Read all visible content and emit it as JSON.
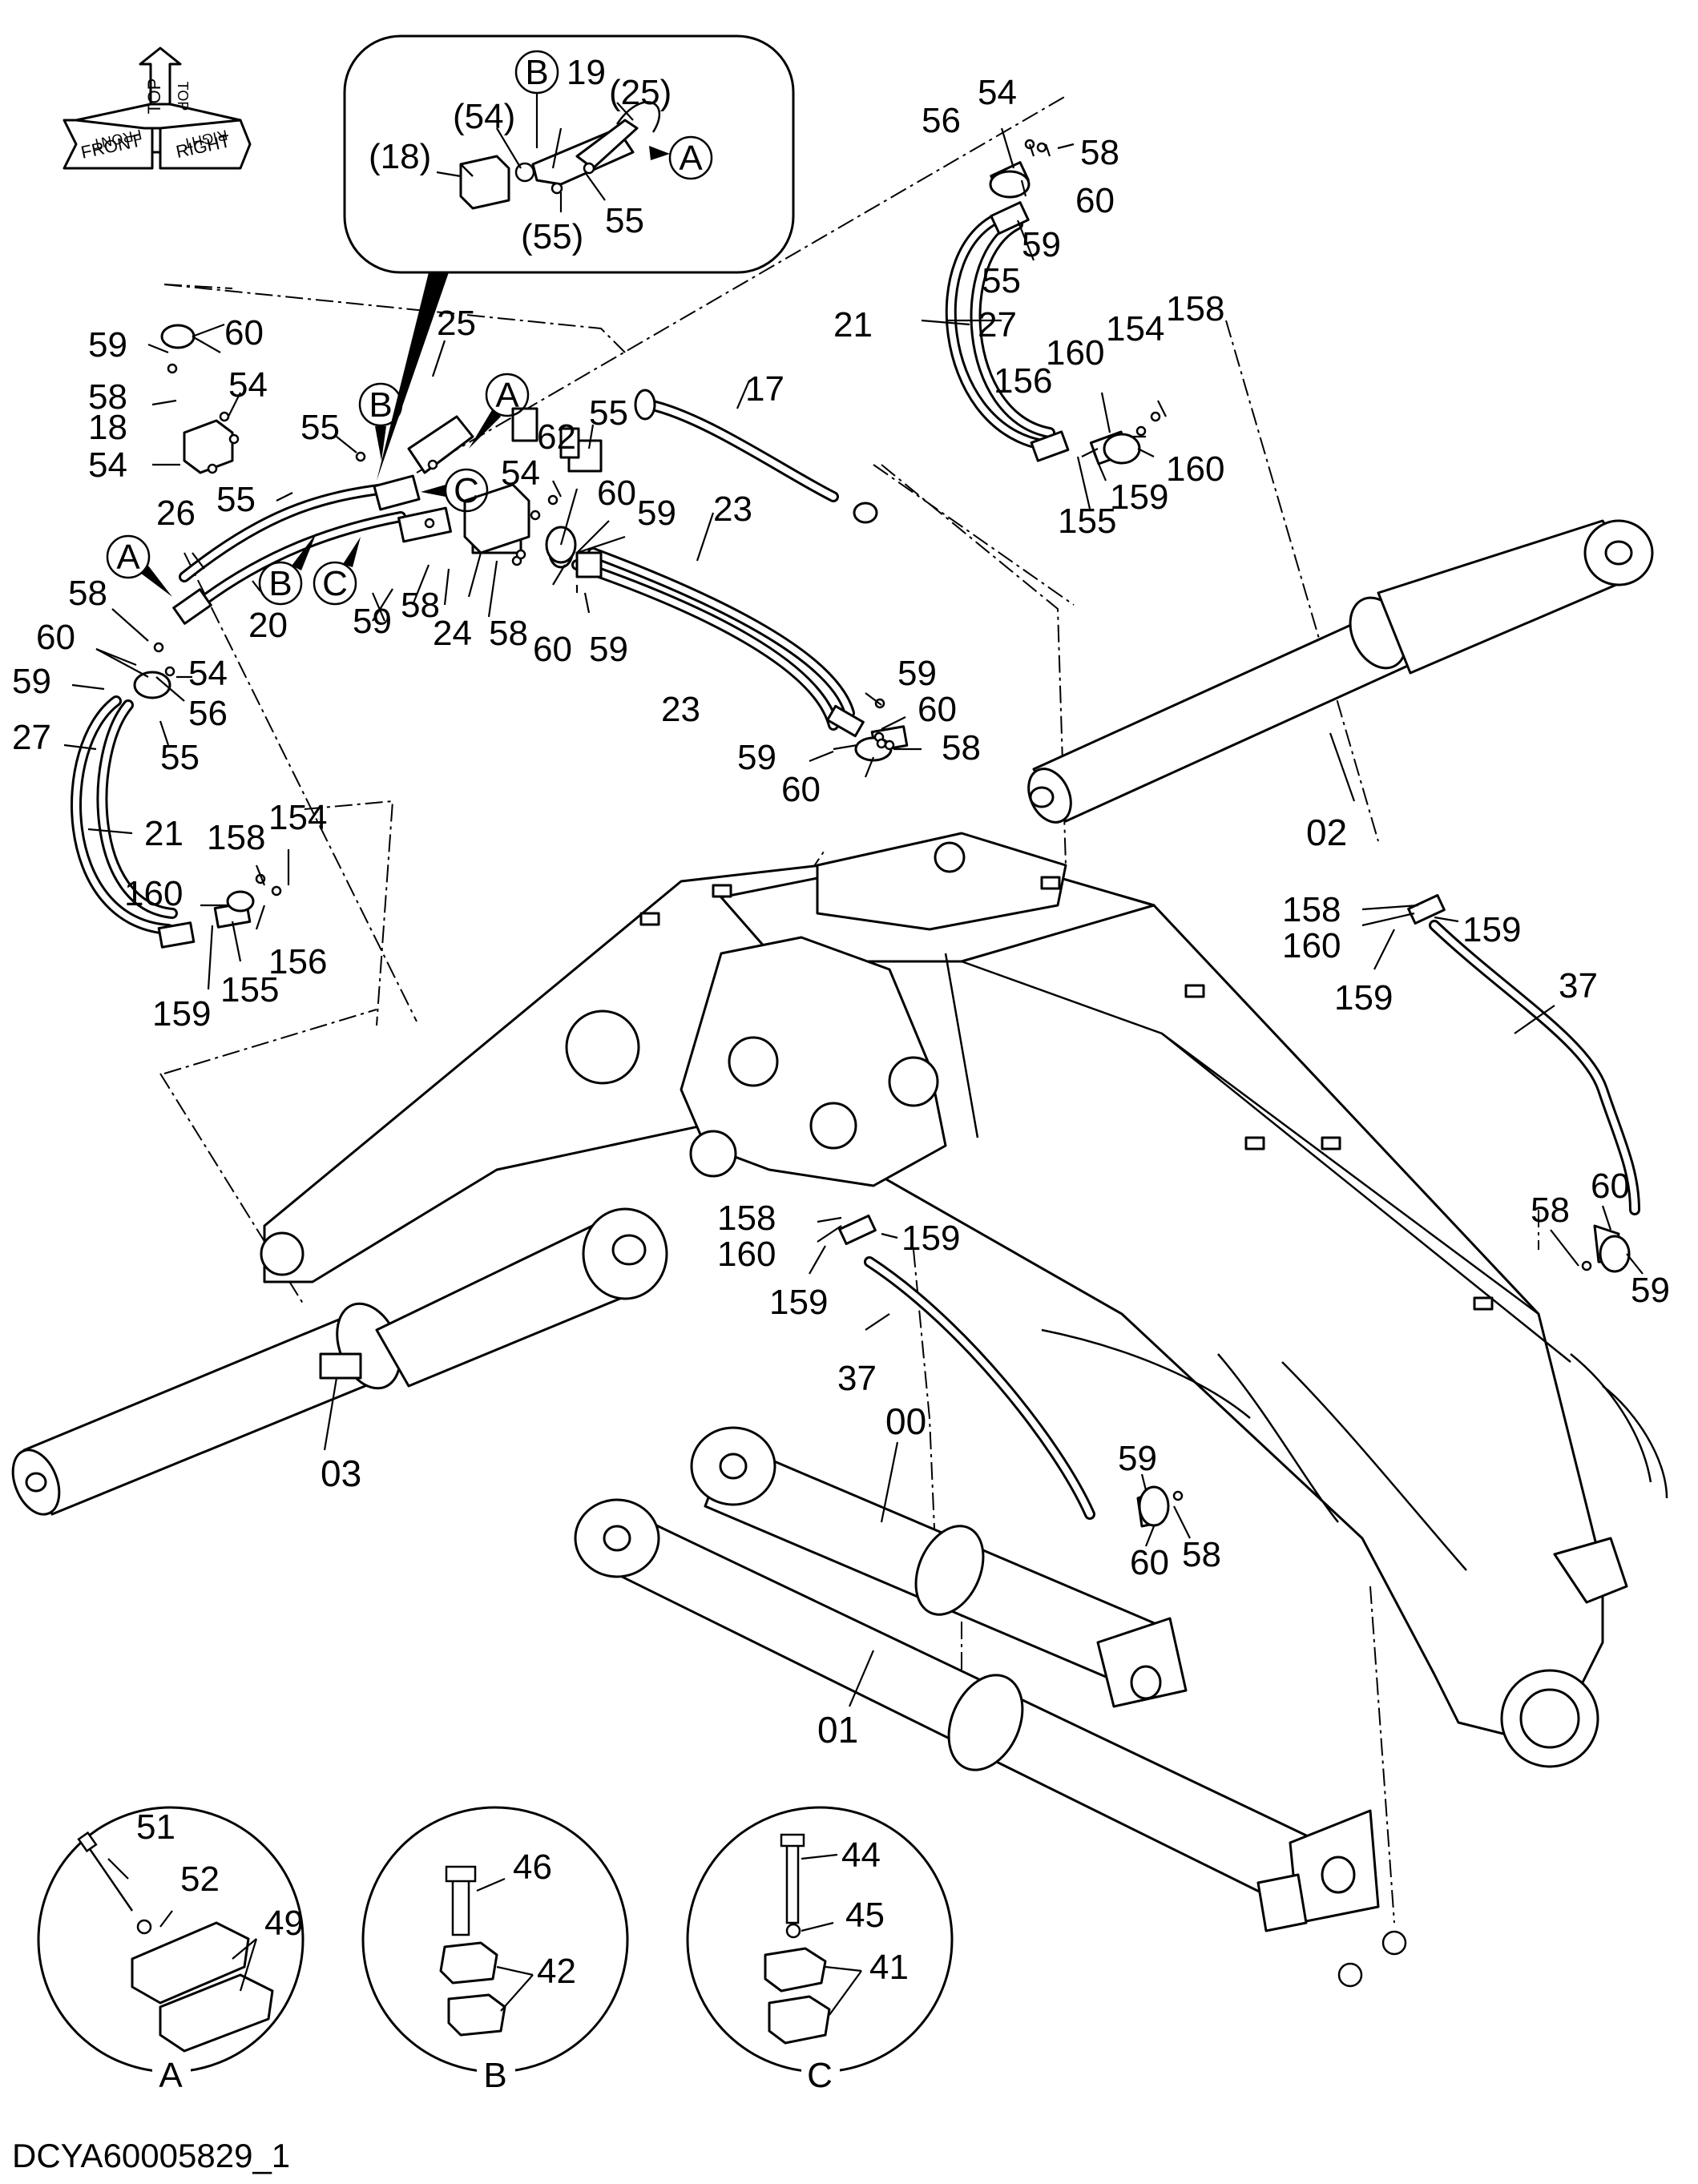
{
  "drawing_code": "DCYA60005829_1",
  "orientation": {
    "top": "TOP",
    "front": "FRONT",
    "right": "RIGHT",
    "back_front": "FRONT",
    "back_right": "RIGHT",
    "back_top": "TOP"
  },
  "inset": {
    "callouts": [
      "(18)",
      "(54)",
      "19",
      "(25)",
      "(55)",
      "55"
    ],
    "markers": [
      "B",
      "A"
    ]
  },
  "upper_left_labels": [
    "59",
    "60",
    "58",
    "54",
    "18",
    "54",
    "55",
    "25",
    "55",
    "62",
    "55",
    "54",
    "60",
    "59",
    "23",
    "59",
    "58",
    "24",
    "58",
    "60",
    "59",
    "26",
    "20",
    "58",
    "54",
    "60",
    "59",
    "56",
    "55",
    "27",
    "21",
    "158",
    "154",
    "160",
    "156",
    "155",
    "159",
    "59",
    "60",
    "58",
    "59",
    "60",
    "17"
  ],
  "upper_left_markers": [
    "B",
    "A",
    "C",
    "A",
    "B",
    "C"
  ],
  "right_labels": [
    "54",
    "56",
    "58",
    "60",
    "59",
    "55",
    "21",
    "27",
    "158",
    "154",
    "160",
    "156",
    "160",
    "155",
    "159",
    "02",
    "158",
    "160",
    "159",
    "159",
    "37",
    "60",
    "58",
    "59"
  ],
  "center_labels": [
    "158",
    "160",
    "159",
    "159",
    "37",
    "59",
    "60",
    "58",
    "03",
    "00",
    "01"
  ],
  "details": [
    {
      "callouts": [
        "51",
        "52",
        "49"
      ],
      "caption": "A"
    },
    {
      "callouts": [
        "46",
        "42"
      ],
      "caption": "B"
    },
    {
      "callouts": [
        "44",
        "45",
        "41"
      ],
      "caption": "C"
    }
  ]
}
